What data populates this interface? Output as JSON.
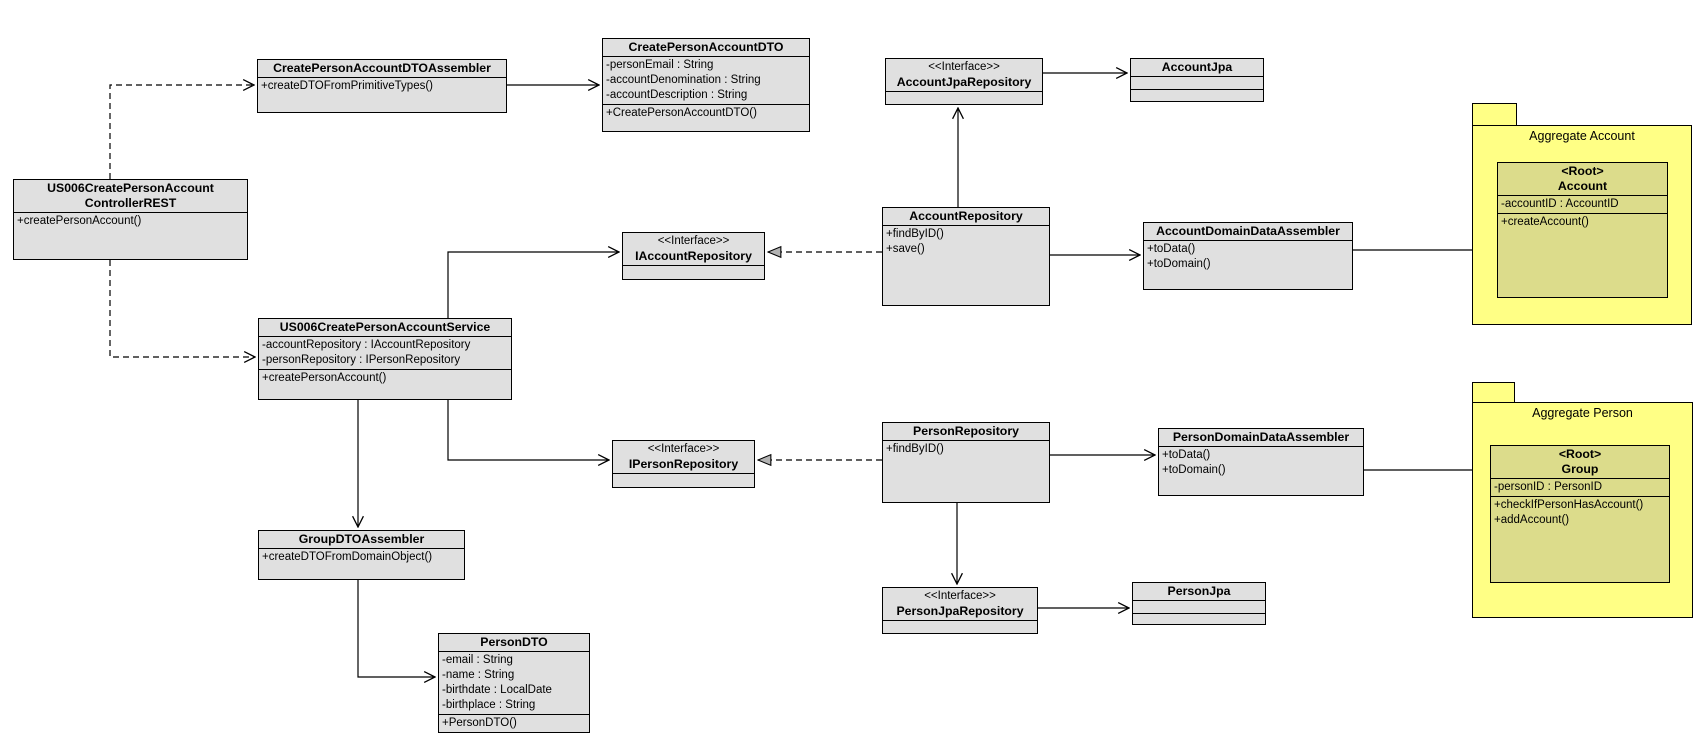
{
  "diagram": {
    "colors": {
      "class_fill": "#e0e0e0",
      "folder_fill": "#ffff85",
      "root_fill": "#dcdc8b",
      "border": "#000000"
    },
    "classes": {
      "controller": {
        "title1": "US006CreatePersonAccount",
        "title2": "ControllerREST",
        "methods": [
          "+createPersonAccount()"
        ]
      },
      "dtoAssembler": {
        "title": "CreatePersonAccountDTOAssembler",
        "methods": [
          "+createDTOFromPrimitiveTypes()"
        ]
      },
      "dto": {
        "title": "CreatePersonAccountDTO",
        "attrs": [
          "-personEmail : String",
          "-accountDenomination : String",
          "-accountDescription : String"
        ],
        "methods": [
          "+CreatePersonAccountDTO()"
        ]
      },
      "accountJpaRepository": {
        "stereotype": "<<Interface>>",
        "title": "AccountJpaRepository"
      },
      "accountJpa": {
        "title": "AccountJpa"
      },
      "accountRepository": {
        "title": "AccountRepository",
        "methods": [
          "+findByID()",
          "+save()"
        ]
      },
      "accountDomainDataAssembler": {
        "title": "AccountDomainDataAssembler",
        "methods": [
          "+toData()",
          "+toDomain()"
        ]
      },
      "iAccountRepository": {
        "stereotype": "<<Interface>>",
        "title": "IAccountRepository"
      },
      "service": {
        "title": "US006CreatePersonAccountService",
        "attrs": [
          "-accountRepository : IAccountRepository",
          "-personRepository : IPersonRepository"
        ],
        "methods": [
          "+createPersonAccount()"
        ]
      },
      "iPersonRepository": {
        "stereotype": "<<Interface>>",
        "title": "IPersonRepository"
      },
      "personRepository": {
        "title": "PersonRepository",
        "methods": [
          "+findByID()"
        ]
      },
      "personDomainDataAssembler": {
        "title": "PersonDomainDataAssembler",
        "methods": [
          "+toData()",
          "+toDomain()"
        ]
      },
      "groupDtoAssembler": {
        "title": "GroupDTOAssembler",
        "methods": [
          "+createDTOFromDomainObject()"
        ]
      },
      "personDto": {
        "title": "PersonDTO",
        "attrs": [
          "-email : String",
          "-name : String",
          "-birthdate : LocalDate",
          "-birthplace : String"
        ],
        "methods": [
          "+PersonDTO()"
        ]
      },
      "personJpaRepository": {
        "stereotype": "<<Interface>>",
        "title": "PersonJpaRepository"
      },
      "personJpa": {
        "title": "PersonJpa"
      }
    },
    "aggregates": {
      "account": {
        "label": "Aggregate Account",
        "root": {
          "stereotype": "<Root>",
          "title": "Account",
          "attrs": [
            "-accountID : AccountID"
          ],
          "methods": [
            "+createAccount()"
          ]
        }
      },
      "person": {
        "label": "Aggregate Person",
        "root": {
          "stereotype": "<Root>",
          "title": "Group",
          "attrs": [
            "-personID : PersonID"
          ],
          "methods": [
            "+checkIfPersonHasAccount()",
            "+addAccount()"
          ]
        }
      }
    }
  }
}
